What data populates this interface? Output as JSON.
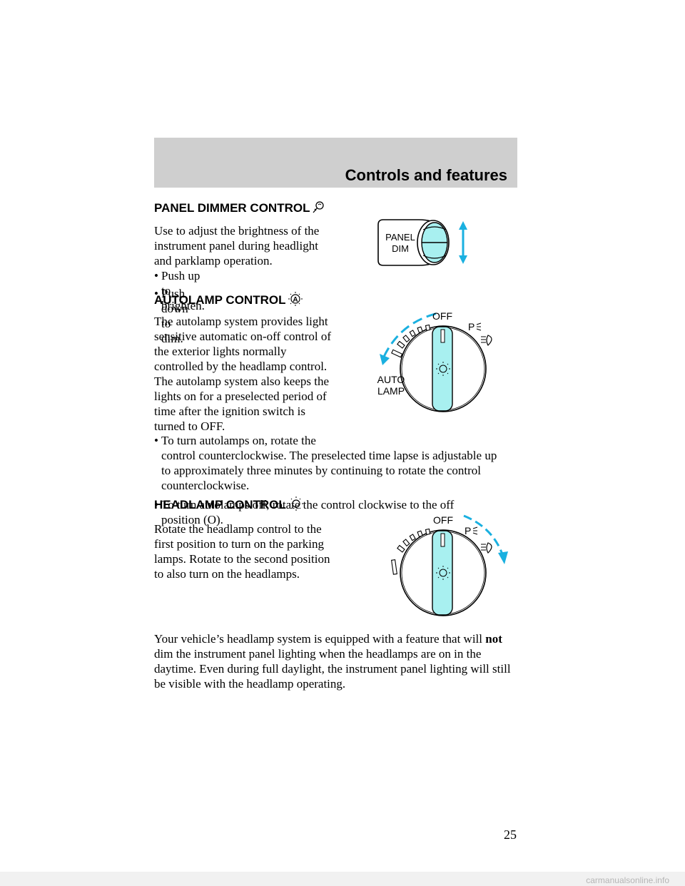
{
  "header": {
    "title": "Controls and features"
  },
  "panel_dimmer": {
    "heading": "PANEL DIMMER CONTROL",
    "icon": "panel-dimmer-icon",
    "intro_lines": [
      "Use to adjust the brightness of the",
      "instrument panel during headlight",
      "and parklamp operation."
    ],
    "bullets": [
      "Push up to brighten.",
      "Push down to dim."
    ],
    "figure": {
      "label_line1": "PANEL",
      "label_line2": "DIM"
    }
  },
  "autolamp": {
    "heading": "AUTOLAMP CONTROL",
    "icon": "autolamp-icon",
    "para1_lines": [
      "The autolamp system provides light",
      "sensitive automatic on-off control of",
      "the exterior lights normally",
      "controlled by the headlamp control."
    ],
    "para2_lines": [
      "The autolamp system also keeps the",
      "lights on for a preselected period of",
      "time after the ignition switch is",
      "turned to OFF."
    ],
    "bullet1_lines": [
      "To turn autolamps on, rotate the",
      "control counterclockwise. The preselected time lapse is adjustable up",
      "to approximately three minutes by continuing to rotate the control",
      "counterclockwise."
    ],
    "bullet2_lines": [
      "To turn autolamps off, rotate the control clockwise to the off",
      "position (O)."
    ],
    "figure": {
      "off_label": "OFF",
      "park_label": "P",
      "auto_line1": "AUTO",
      "auto_line2": "LAMP"
    }
  },
  "headlamp": {
    "heading": "HEADLAMP CONTROL",
    "icon": "headlamp-icon",
    "para_lines": [
      "Rotate the headlamp control to the",
      "first position to turn on the parking",
      "lamps. Rotate to the second position",
      "to also turn on the headlamps."
    ],
    "closing_lines": [
      "Your vehicle’s headlamp system is equipped with a feature that will",
      "dim the instrument panel lighting when the headlamps are on in the",
      "daytime. Even during full daylight, the instrument panel lighting will still",
      "be visible with the headlamp operating."
    ],
    "closing_first_bold": "not",
    "figure": {
      "off_label": "OFF",
      "park_label": "P"
    }
  },
  "page_number": "25",
  "watermark": "carmanualsonline.info",
  "colors": {
    "header_bg": "#cfcfcf",
    "accent_cyan": "#a8f0f0",
    "arrow_blue": "#1ab0e0"
  }
}
